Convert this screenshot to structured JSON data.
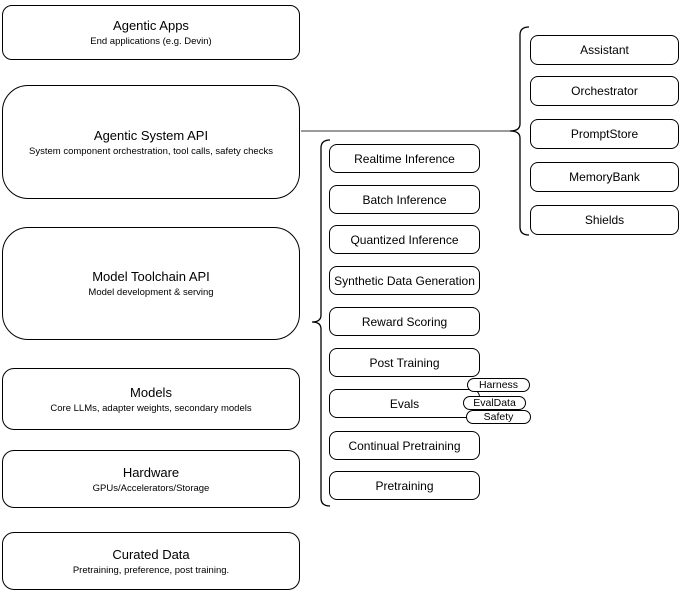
{
  "left_boxes": [
    {
      "title": "Agentic Apps",
      "subtitle": "End applications (e.g. Devin)"
    },
    {
      "title": "Agentic System API",
      "subtitle": "System component orchestration, tool calls, safety checks"
    },
    {
      "title": "Model Toolchain API",
      "subtitle": "Model development & serving"
    },
    {
      "title": "Models",
      "subtitle": "Core LLMs, adapter weights, secondary models"
    },
    {
      "title": "Hardware",
      "subtitle": "GPUs/Accelerators/Storage"
    },
    {
      "title": "Curated Data",
      "subtitle": "Pretraining, preference, post training."
    }
  ],
  "toolchain_items": [
    "Realtime Inference",
    "Batch Inference",
    "Quantized Inference",
    "Synthetic Data Generation",
    "Reward Scoring",
    "Post Training",
    "Evals",
    "Continual Pretraining",
    "Pretraining"
  ],
  "evals_tags": [
    "Harness",
    "EvalData",
    "Safety"
  ],
  "system_components": [
    "Assistant",
    "Orchestrator",
    "PromptStore",
    "MemoryBank",
    "Shields"
  ],
  "colors": {
    "stroke": "#000000",
    "background": "#ffffff",
    "connector": "#8c8c8c"
  }
}
